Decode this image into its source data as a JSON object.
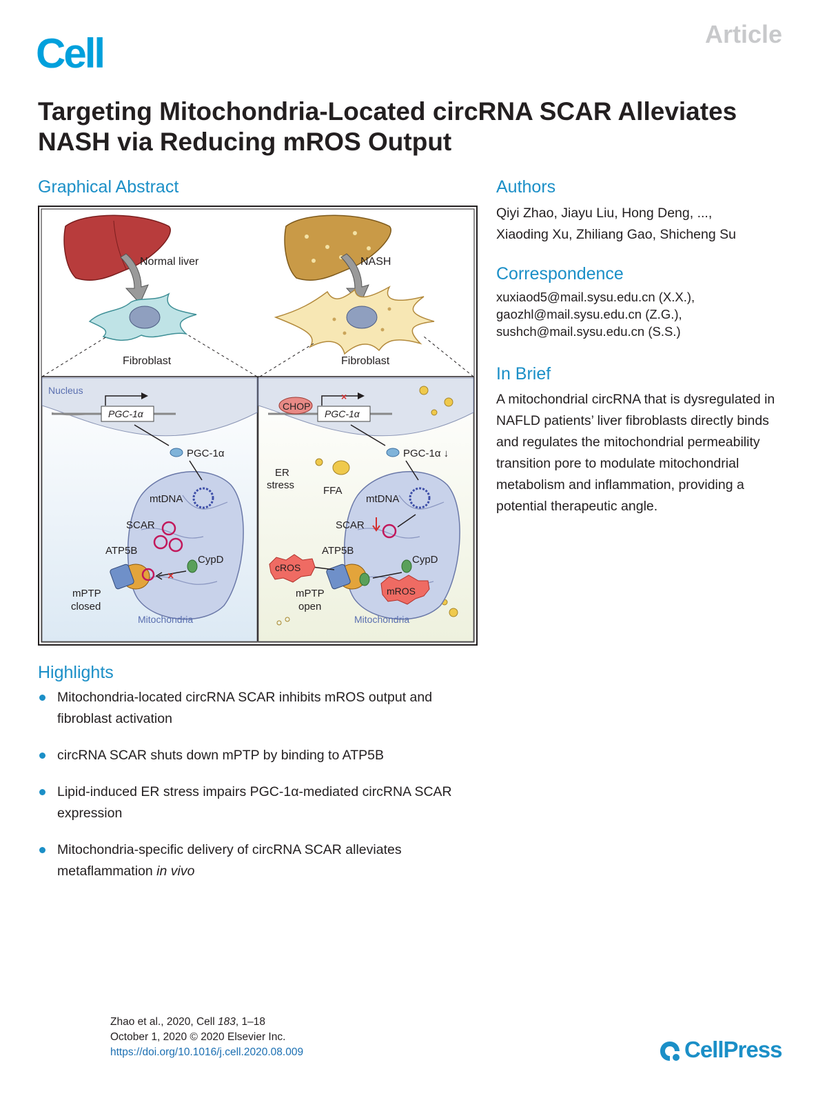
{
  "journal": {
    "logo": "Cell",
    "article_type": "Article"
  },
  "title": "Targeting Mitochondria-Located circRNA SCAR Alleviates NASH via Reducing mROS Output",
  "sections": {
    "graphical_abstract": "Graphical Abstract",
    "authors": "Authors",
    "correspondence": "Correspondence",
    "in_brief": "In Brief",
    "highlights": "Highlights"
  },
  "authors": {
    "line1": "Qiyi Zhao, Jiayu Liu, Hong Deng, ...,",
    "line2": "Xiaoding Xu, Zhiliang Gao, Shicheng Su"
  },
  "correspondence": [
    "xuxiaod5@mail.sysu.edu.cn (X.X.),",
    "gaozhl@mail.sysu.edu.cn (Z.G.),",
    "sushch@mail.sysu.edu.cn (S.S.)"
  ],
  "in_brief": "A mitochondrial circRNA that is dysregulated in NAFLD patients’ liver fibroblasts directly binds and regulates the mitochondrial permeability transition pore to modulate mitochondrial metabolism and inflammation, providing a potential therapeutic angle.",
  "highlights": [
    {
      "text": "Mitochondria-located circRNA SCAR inhibits mROS output and fibroblast activation"
    },
    {
      "text": "circRNA SCAR shuts down mPTP by binding to ATP5B"
    },
    {
      "text": "Lipid-induced ER stress impairs PGC-1α-mediated circRNA SCAR expression"
    },
    {
      "text": "Mitochondria-specific delivery of circRNA SCAR alleviates metaflammation",
      "italic": "in vivo"
    }
  ],
  "figure": {
    "normal_liver": "Normal liver",
    "nash": "NASH",
    "fibroblast": "Fibroblast",
    "nucleus": "Nucleus",
    "gene": "PGC-1α",
    "protein": "PGC-1α",
    "protein_down": "PGC-1α ↓",
    "chop": "CHOP",
    "er_stress_1": "ER",
    "er_stress_2": "stress",
    "ffa": "FFA",
    "mtdna": "mtDNA",
    "scar": "SCAR",
    "atp5b": "ATP5B",
    "cypd": "CypD",
    "mptp": "mPTP",
    "closed": "closed",
    "open": "open",
    "mitochondria": "Mitochondria",
    "cros": "cROS",
    "mros": "mROS"
  },
  "footer": {
    "citation": "Zhao et al., 2020, Cell ",
    "volume": "183",
    "pages": ", 1–18",
    "date": "October 1, 2020 © 2020 Elsevier Inc.",
    "doi": "https://doi.org/10.1016/j.cell.2020.08.009"
  },
  "publisher": "CellPress",
  "colors": {
    "accent": "#1b8fc7",
    "logo": "#00a0dc"
  }
}
